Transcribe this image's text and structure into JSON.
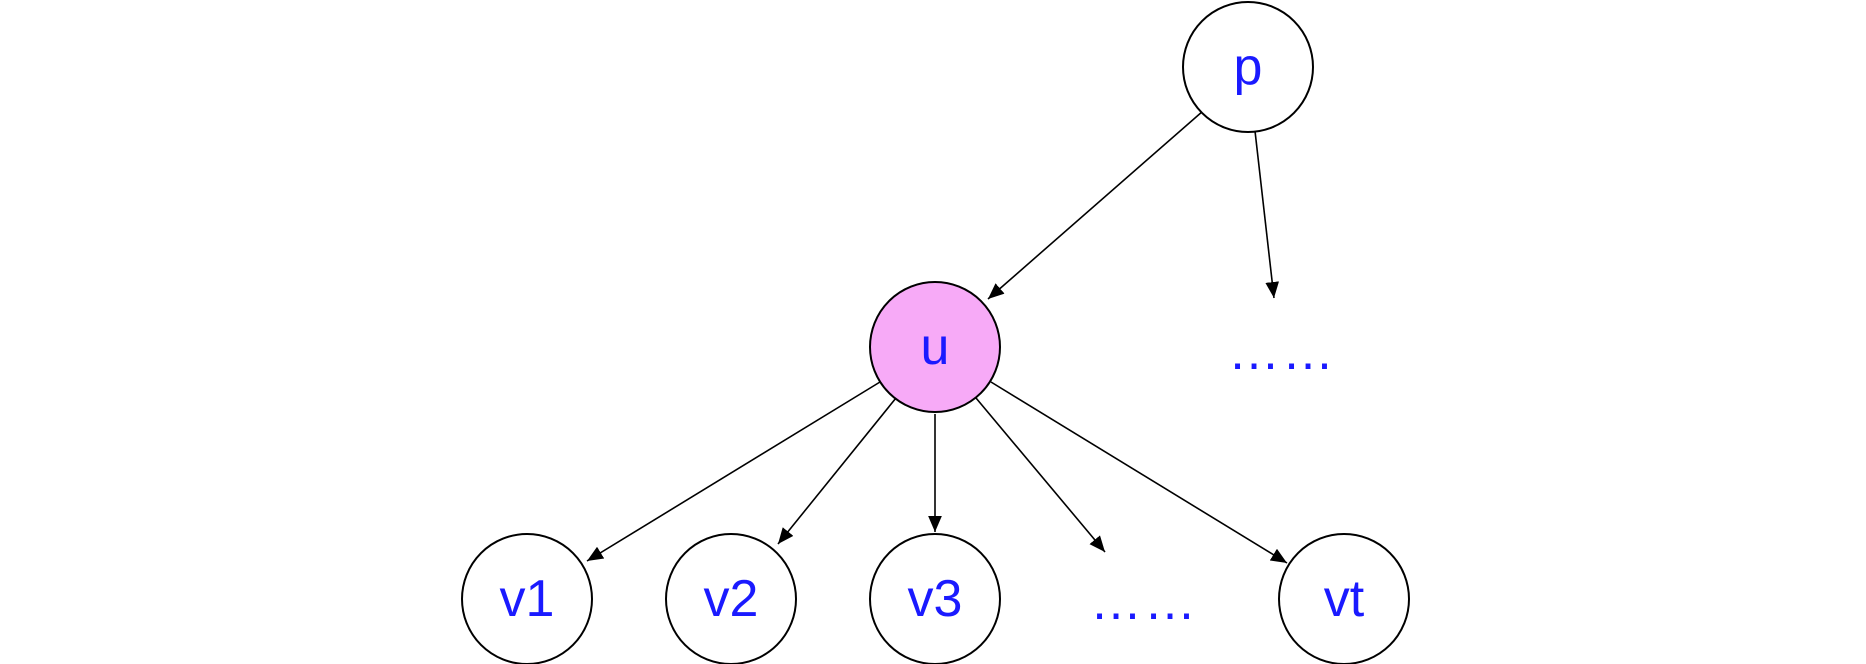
{
  "colors": {
    "label": "#1a1aff",
    "node_fill": "#ffffff",
    "highlight_fill": "#f7aaf7",
    "stroke": "#000000"
  },
  "nodes": [
    {
      "id": "p",
      "label": "p",
      "highlight": false
    },
    {
      "id": "u",
      "label": "u",
      "highlight": true
    },
    {
      "id": "v1",
      "label": "v1",
      "highlight": false
    },
    {
      "id": "v2",
      "label": "v2",
      "highlight": false
    },
    {
      "id": "v3",
      "label": "v3",
      "highlight": false
    },
    {
      "id": "vt",
      "label": "vt",
      "highlight": false
    }
  ],
  "ellipses": [
    {
      "id": "right-ellipsis",
      "label": "……"
    },
    {
      "id": "child-ellipsis",
      "label": "……"
    }
  ],
  "edges": [
    {
      "from": "p",
      "to": "u"
    },
    {
      "from": "p",
      "to": "right-ellipsis"
    },
    {
      "from": "u",
      "to": "v1"
    },
    {
      "from": "u",
      "to": "v2"
    },
    {
      "from": "u",
      "to": "v3"
    },
    {
      "from": "u",
      "to": "child-ellipsis"
    },
    {
      "from": "u",
      "to": "vt"
    }
  ]
}
